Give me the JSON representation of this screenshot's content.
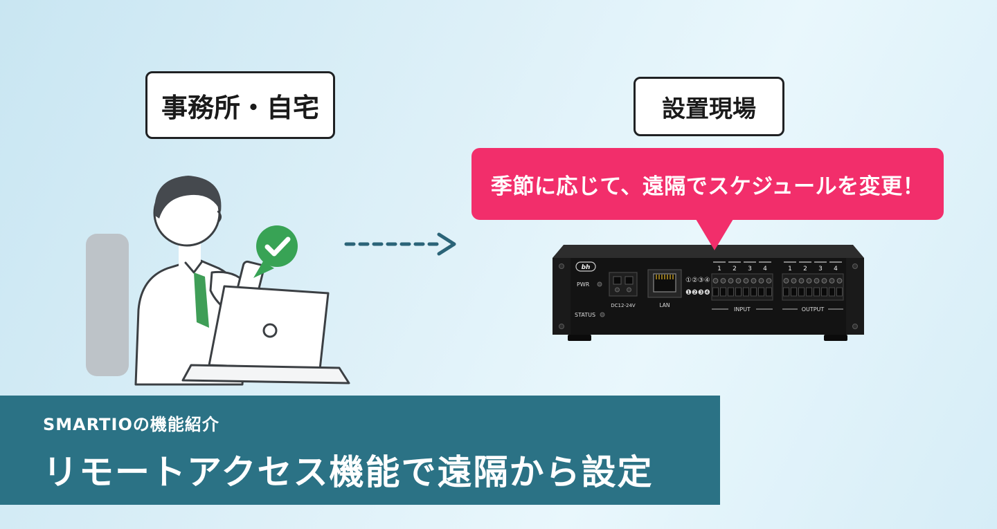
{
  "scene": {
    "left_location_label": "事務所・自宅",
    "right_location_label": "設置現場"
  },
  "speech_bubble": {
    "text": "季節に応じて、遠隔でスケジュールを変更！"
  },
  "device": {
    "brand": "bh",
    "pwr_label": "PWR",
    "status_label": "STATUS",
    "dc_label": "DC12-24V",
    "lan_label": "LAN",
    "indicators_row1": "①②③④",
    "indicators_row2": "❶❷❸❹",
    "input_label": "INPUT",
    "output_label": "OUTPUT",
    "input_numbers": [
      "1",
      "2",
      "3",
      "4"
    ],
    "output_numbers": [
      "1",
      "2",
      "3",
      "4"
    ]
  },
  "banner": {
    "subtitle": "SMARTIOの機能紹介",
    "title": "リモートアクセス機能で遠隔から設定"
  },
  "colors": {
    "background_top": "#c9e6f2",
    "background_bottom": "#e9f7fc",
    "banner_teal": "#2b7285",
    "bubble_pink": "#f22e6b",
    "check_green": "#38a355",
    "arrow_teal": "#2b6478",
    "necktie_green": "#3f9e57",
    "device_black": "#131313"
  }
}
